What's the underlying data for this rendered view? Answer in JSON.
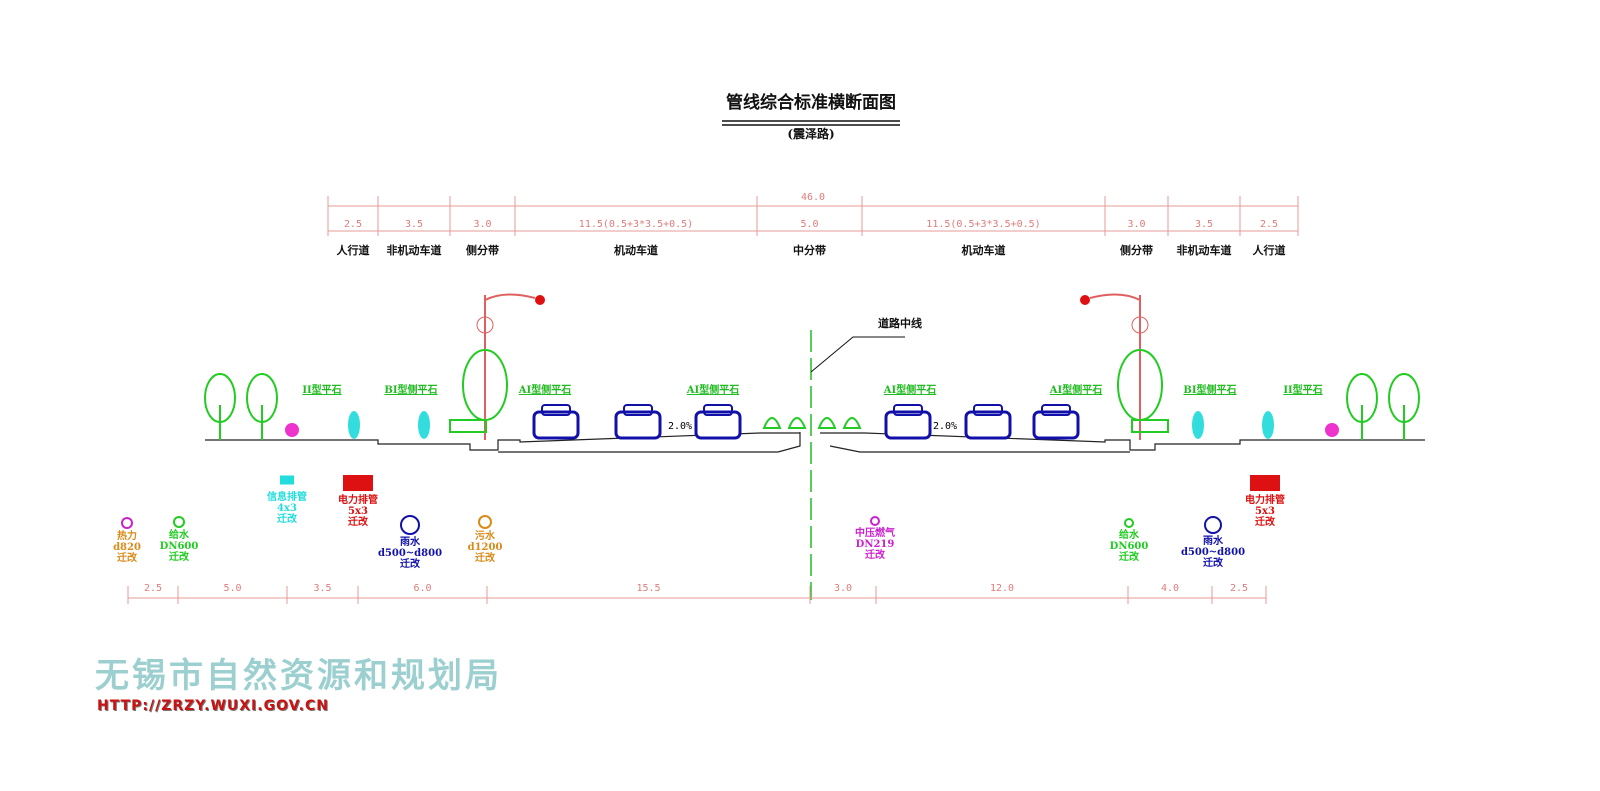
{
  "title": "管线综合标准横断面图",
  "subtitle": "(震泽路)",
  "total_width": "46.0",
  "segments": [
    {
      "width": "2.5",
      "name": "人行道"
    },
    {
      "width": "3.5",
      "name": "非机动车道"
    },
    {
      "width": "3.0",
      "name": "侧分带"
    },
    {
      "width": "11.5(0.5+3*3.5+0.5)",
      "name": "机动车道"
    },
    {
      "width": "5.0",
      "name": "中分带"
    },
    {
      "width": "11.5(0.5+3*3.5+0.5)",
      "name": "机动车道"
    },
    {
      "width": "3.0",
      "name": "侧分带"
    },
    {
      "width": "3.5",
      "name": "非机动车道"
    },
    {
      "width": "2.5",
      "name": "人行道"
    }
  ],
  "centerline_label": "道路中线",
  "slopes": [
    "2.0%",
    "2.0%"
  ],
  "curbs": [
    "II型平石",
    "BI型侧平石",
    "AI型侧平石",
    "AI型侧平石",
    "AI型侧平石",
    "AI型侧平石",
    "BI型侧平石",
    "II型平石"
  ],
  "pipes": [
    {
      "name": "热力",
      "spec": "d820",
      "note": "迁改",
      "color": "#cc22cc",
      "label_color": "#d98a1a"
    },
    {
      "name": "给水",
      "spec": "DN600",
      "note": "迁改",
      "color": "#22cc22",
      "label_color": "#22cc22"
    },
    {
      "name": "信息排管",
      "spec": "4x3",
      "note": "迁改",
      "color": "#22dddd",
      "label_color": "#22dddd"
    },
    {
      "name": "电力排管",
      "spec": "5x3",
      "note": "迁改",
      "color": "#dd1111",
      "label_color": "#dd1111"
    },
    {
      "name": "雨水",
      "spec": "d500~d800",
      "note": "迁改",
      "color": "#1111aa",
      "label_color": "#1111aa"
    },
    {
      "name": "污水",
      "spec": "d1200",
      "note": "迁改",
      "color": "#d98a1a",
      "label_color": "#d98a1a"
    },
    {
      "name": "中压燃气",
      "spec": "DN219",
      "note": "迁改",
      "color": "#cc22cc",
      "label_color": "#cc22cc"
    },
    {
      "name": "给水",
      "spec": "DN600",
      "note": "迁改",
      "color": "#22cc22",
      "label_color": "#22cc22"
    },
    {
      "name": "雨水",
      "spec": "d500~d800",
      "note": "迁改",
      "color": "#1111aa",
      "label_color": "#1111aa"
    },
    {
      "name": "电力排管",
      "spec": "5x3",
      "note": "迁改",
      "color": "#dd1111",
      "label_color": "#dd1111"
    }
  ],
  "pipe_spacing": [
    "2.5",
    "5.0",
    "3.5",
    "6.0",
    "15.5",
    "3.0",
    "12.0",
    "4.0",
    "2.5"
  ],
  "organization": "无锡市自然资源和规划局",
  "website": "HTTP://ZRZY.WUXI.GOV.CN"
}
